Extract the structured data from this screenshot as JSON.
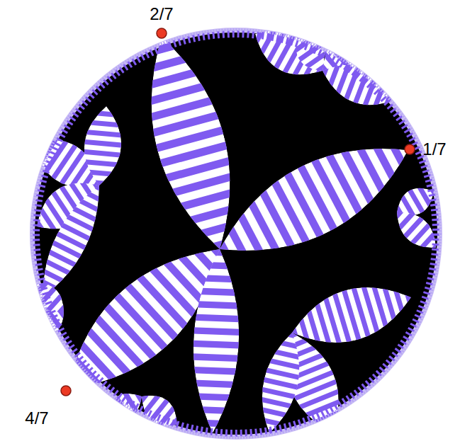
{
  "diagram": {
    "labels": [
      "2/7",
      "1/7",
      "4/7"
    ]
  }
}
